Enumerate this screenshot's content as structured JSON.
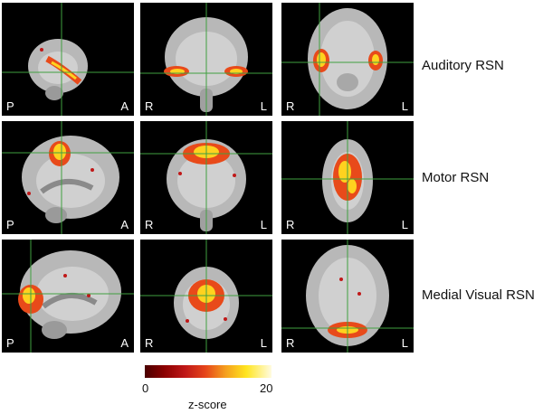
{
  "rows": [
    {
      "label": "Auditory RSN",
      "views": [
        {
          "type": "sagittal",
          "left": "P",
          "right": "A"
        },
        {
          "type": "coronal",
          "left": "R",
          "right": "L"
        },
        {
          "type": "axial",
          "left": "R",
          "right": "L"
        }
      ]
    },
    {
      "label": "Motor RSN",
      "views": [
        {
          "type": "sagittal",
          "left": "P",
          "right": "A"
        },
        {
          "type": "coronal",
          "left": "R",
          "right": "L"
        },
        {
          "type": "axial",
          "left": "R",
          "right": "L"
        }
      ]
    },
    {
      "label": "Medial Visual RSN",
      "views": [
        {
          "type": "sagittal",
          "left": "P",
          "right": "A"
        },
        {
          "type": "coronal",
          "left": "R",
          "right": "L"
        },
        {
          "type": "axial",
          "left": "R",
          "right": "L"
        }
      ]
    }
  ],
  "colorbar": {
    "min_label": "0",
    "max_label": "20",
    "title": "z-score",
    "colors": [
      "#4a0000",
      "#8a0000",
      "#c01818",
      "#e6461a",
      "#f5a01e",
      "#ffe51f",
      "#fffbe0"
    ]
  },
  "crosshair_color": "#3fa040",
  "brain_color": "#bcbcbc"
}
